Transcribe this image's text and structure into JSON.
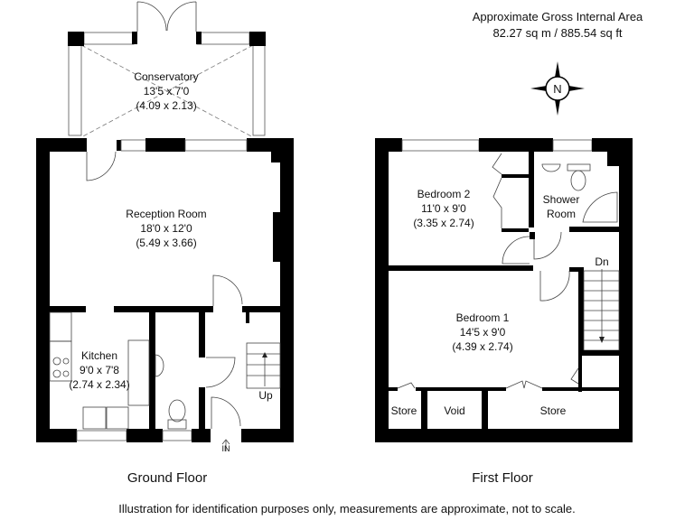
{
  "area": {
    "title": "Approximate Gross Internal Area",
    "value": "82.27 sq m / 885.54 sq ft"
  },
  "compass": {
    "label": "N"
  },
  "ground_floor": {
    "title": "Ground Floor",
    "rooms": {
      "conservatory": {
        "name": "Conservatory",
        "imperial": "13'5 x 7'0",
        "metric": "(4.09 x 2.13)"
      },
      "reception": {
        "name": "Reception Room",
        "imperial": "18'0 x 12'0",
        "metric": "(5.49 x 3.66)"
      },
      "kitchen": {
        "name": "Kitchen",
        "imperial": "9'0 x 7'8",
        "metric": "(2.74 x 2.34)"
      }
    },
    "up_label": "Up",
    "in_label": "IN"
  },
  "first_floor": {
    "title": "First Floor",
    "rooms": {
      "bedroom2": {
        "name": "Bedroom 2",
        "imperial": "11'0 x 9'0",
        "metric": "(3.35 x 2.74)"
      },
      "shower": {
        "name1": "Shower",
        "name2": "Room"
      },
      "bedroom1": {
        "name": "Bedroom 1",
        "imperial": "14'5 x 9'0",
        "metric": "(4.39 x 2.74)"
      },
      "store_left": {
        "name": "Store"
      },
      "void": {
        "name": "Void"
      },
      "store_right": {
        "name": "Store"
      }
    },
    "dn_label": "Dn"
  },
  "disclaimer": "Illustration for identification purposes only, measurements are approximate, not to scale."
}
